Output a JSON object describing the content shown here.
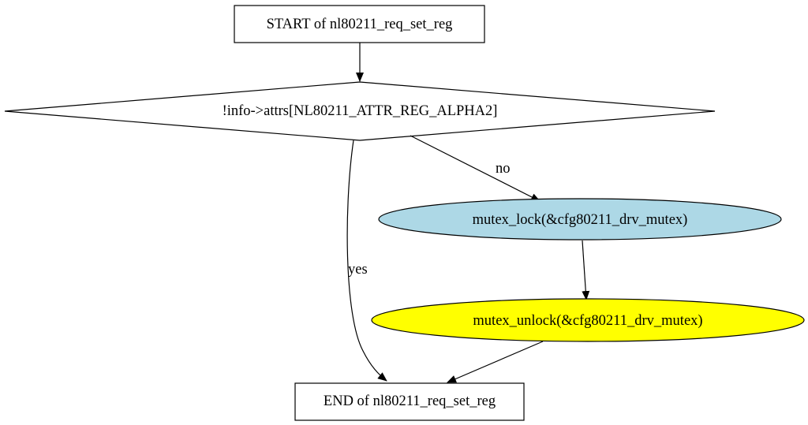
{
  "nodes": {
    "start": {
      "label": "START of nl80211_req_set_reg"
    },
    "decision": {
      "label": "!info->attrs[NL80211_ATTR_REG_ALPHA2]"
    },
    "lock": {
      "label": "mutex_lock(&cfg80211_drv_mutex)",
      "fill": "#add8e6"
    },
    "unlock": {
      "label": "mutex_unlock(&cfg80211_drv_mutex)",
      "fill": "#ffff00"
    },
    "end": {
      "label": "END of nl80211_req_set_reg"
    }
  },
  "edges": {
    "no": {
      "label": "no"
    },
    "yes": {
      "label": "yes"
    }
  }
}
